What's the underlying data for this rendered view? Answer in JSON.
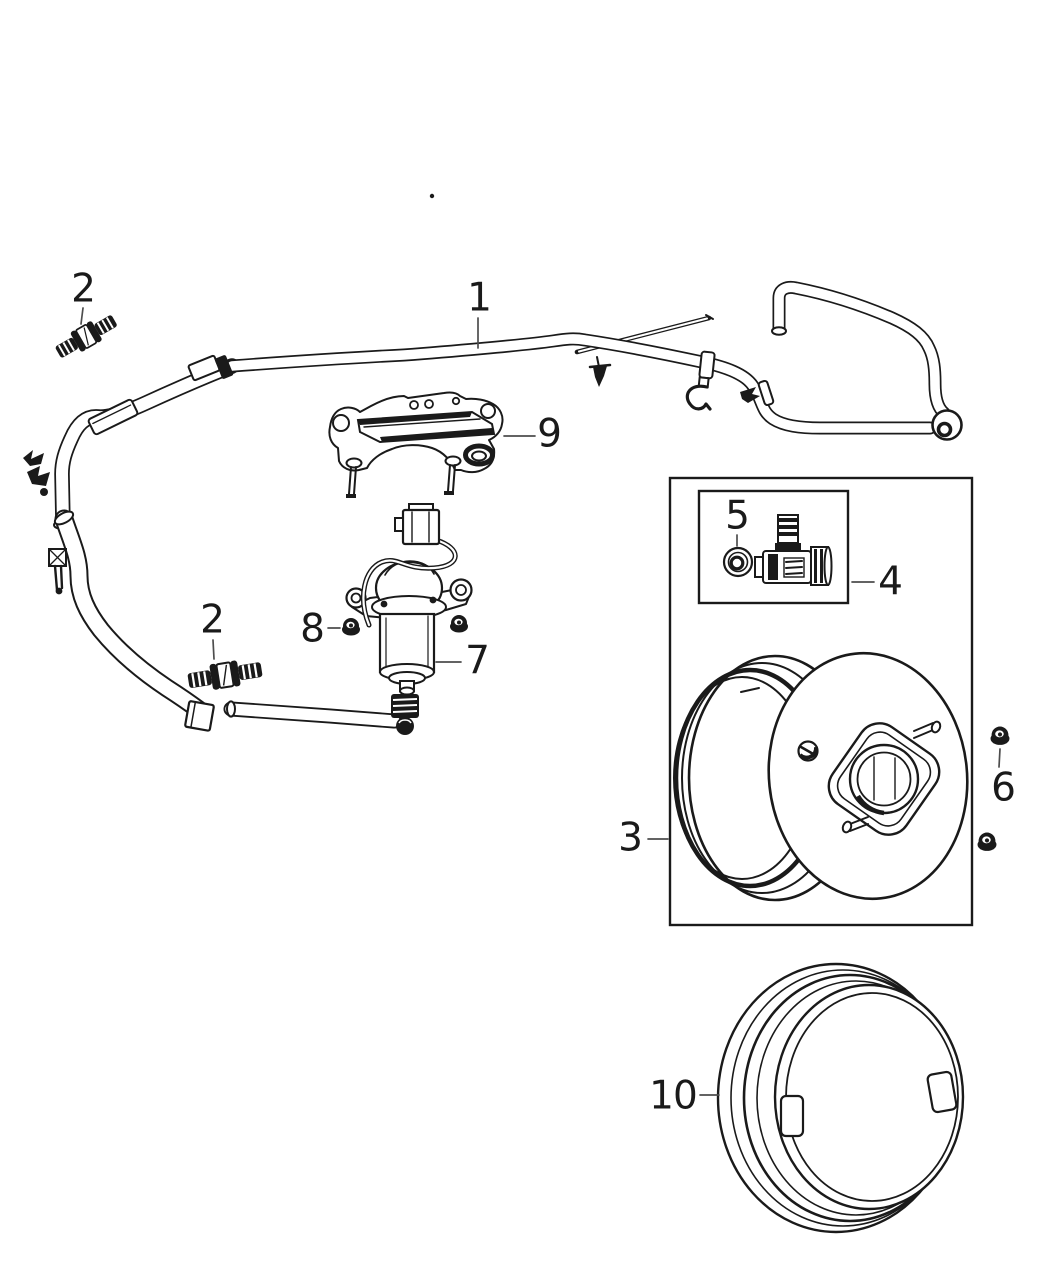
{
  "figure": {
    "colors": {
      "background": "#ffffff",
      "line": "#1a1a1a",
      "leader": "#4d4d4d"
    }
  },
  "callouts": [
    {
      "label": "1"
    },
    {
      "label": "2"
    },
    {
      "label": "2"
    },
    {
      "label": "3"
    },
    {
      "label": "4"
    },
    {
      "label": "5"
    },
    {
      "label": "6"
    },
    {
      "label": "7"
    },
    {
      "label": "8"
    },
    {
      "label": "9"
    },
    {
      "label": "10"
    }
  ]
}
